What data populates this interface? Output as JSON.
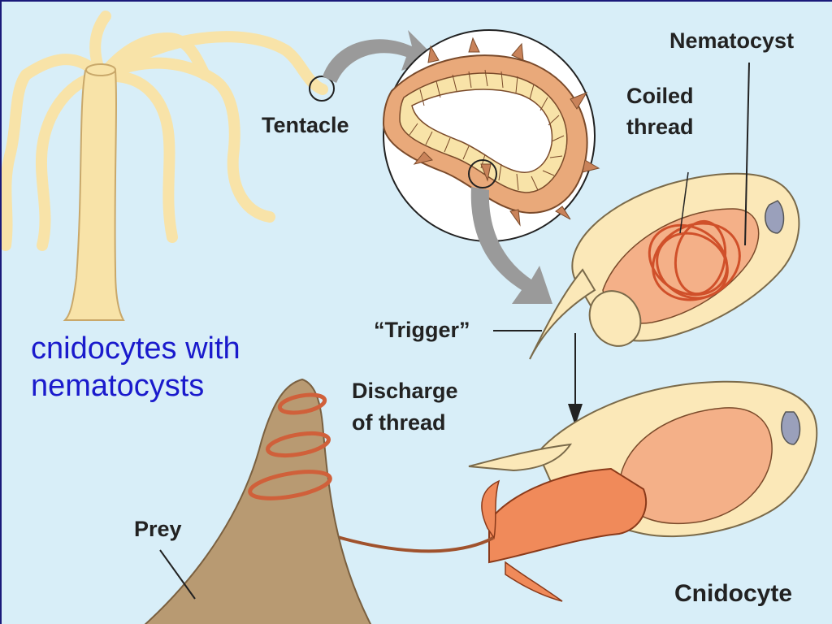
{
  "labels": {
    "nematocyst": "Nematocyst",
    "coiled_thread_1": "Coiled",
    "coiled_thread_2": "thread",
    "tentacle": "Tentacle",
    "trigger": "“Trigger”",
    "discharge_1": "Discharge",
    "discharge_2": "of thread",
    "prey": "Prey",
    "cnidocyte": "Cnidocyte"
  },
  "caption": {
    "line1": "cnidocytes with",
    "line2": "nematocysts"
  },
  "colors": {
    "background": "#d8eef8",
    "hydra_body": "#f8e3a8",
    "cell_orange": "#f08a5a",
    "prey": "#b89a72",
    "arrow_gray": "#9a9a9a",
    "caption_blue": "#1a1acc"
  }
}
